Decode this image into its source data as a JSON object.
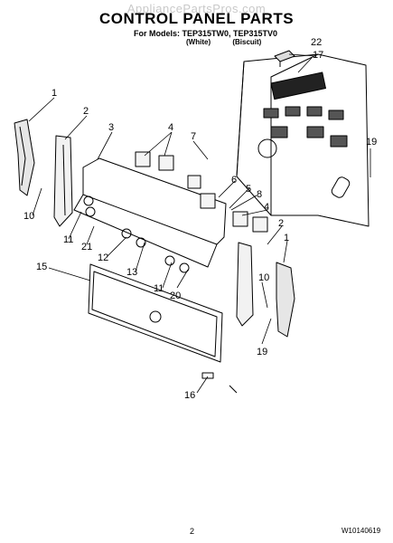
{
  "watermark": "AppliancePartsPros.com",
  "title": "CONTROL PANEL PARTS",
  "models_line": "For Models: TEP315TW0, TEP315TV0",
  "variants": [
    "(White)",
    "(Biscuit)"
  ],
  "callouts": [
    "1",
    "2",
    "3",
    "4",
    "5",
    "6",
    "7",
    "8",
    "10",
    "11",
    "12",
    "13",
    "15",
    "16",
    "17",
    "19",
    "20",
    "21",
    "22"
  ],
  "page_number": "2",
  "document_number": "W10140619"
}
